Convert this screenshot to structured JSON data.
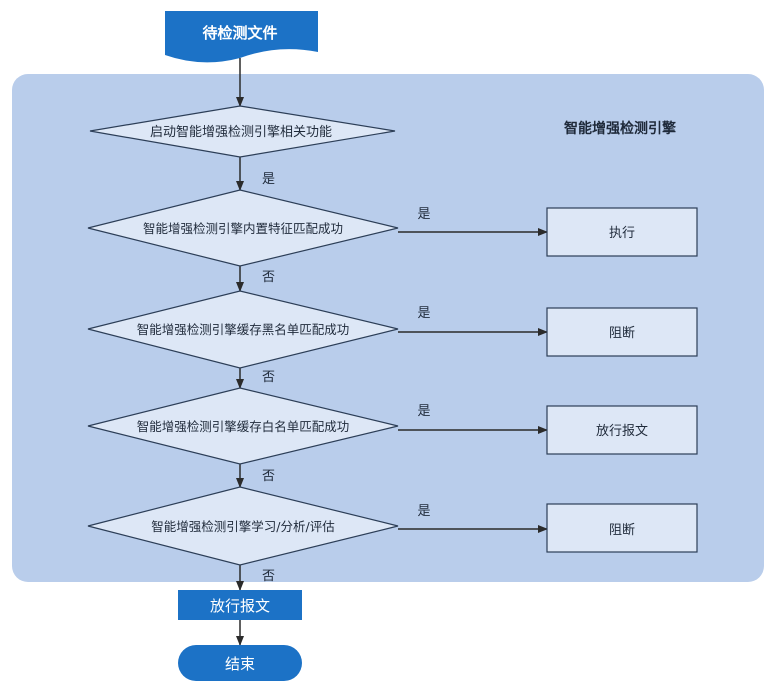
{
  "start": {
    "label": "待检测文件"
  },
  "engine": {
    "title": "智能增强检测引擎"
  },
  "decisions": [
    {
      "label": "启动智能增强检测引擎相关功能",
      "down_label": "是"
    },
    {
      "label": "智能增强检测引擎内置特征匹配成功",
      "right_label": "是",
      "down_label": "否",
      "action": "执行"
    },
    {
      "label": "智能增强检测引擎缓存黑名单匹配成功",
      "right_label": "是",
      "down_label": "否",
      "action": "阻断"
    },
    {
      "label": "智能增强检测引擎缓存白名单匹配成功",
      "right_label": "是",
      "down_label": "否",
      "action": "放行报文"
    },
    {
      "label": "智能增强检测引擎学习/分析/评估",
      "right_label": "是",
      "down_label": "否",
      "action": "阻断"
    }
  ],
  "pass": {
    "label": "放行报文"
  },
  "end": {
    "label": "结束"
  },
  "colors": {
    "panel": "#b9cdeb",
    "node_fill": "#dde7f6",
    "stroke": "#2c3e57",
    "accent": "#1c72c6",
    "arrow": "#2b2b2b"
  }
}
